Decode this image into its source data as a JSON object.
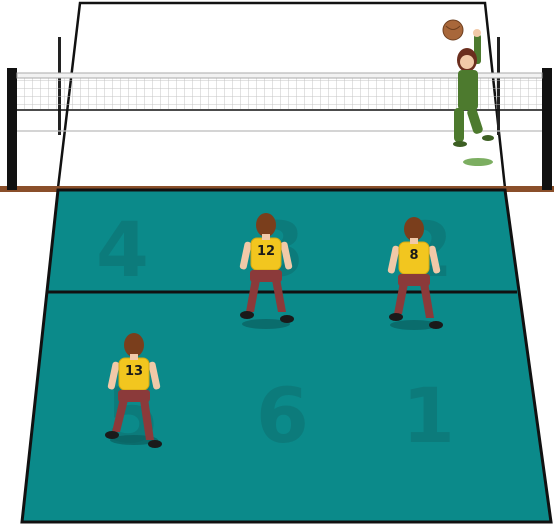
{
  "court": {
    "zones": [
      {
        "id": "4",
        "label": "4"
      },
      {
        "id": "3",
        "label": "3"
      },
      {
        "id": "2",
        "label": "2"
      },
      {
        "id": "5",
        "label": "5"
      },
      {
        "id": "6",
        "label": "6"
      },
      {
        "id": "1",
        "label": "1"
      }
    ],
    "colors": {
      "court": "#0b8a8a",
      "lines": "#111111",
      "net_mesh": "#cfcfcf",
      "floor": "#8a4f2a"
    }
  },
  "players": [
    {
      "number": "12",
      "zone": "3"
    },
    {
      "number": "8",
      "zone": "2"
    },
    {
      "number": "13",
      "zone": "5"
    }
  ],
  "opponent": {
    "role": "server",
    "colors": {
      "jersey": "#4d7a2e",
      "hair": "#6b2e1e",
      "ball": "#a8673a"
    }
  }
}
